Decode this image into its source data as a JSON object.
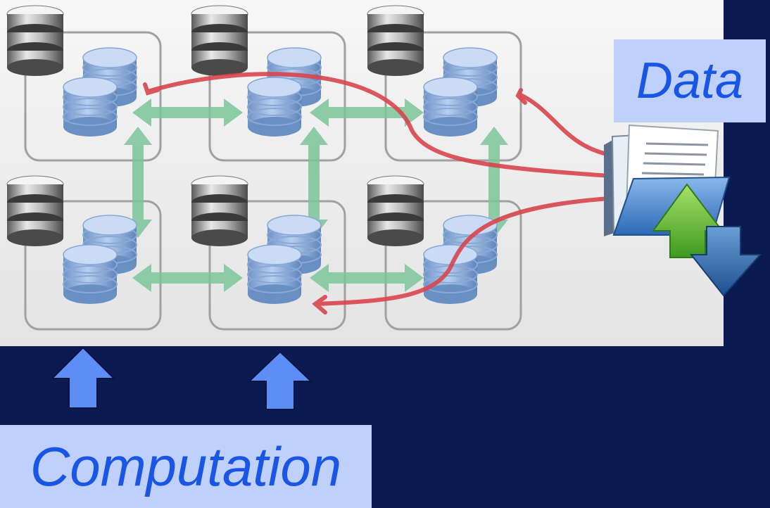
{
  "labels": {
    "data": "Data",
    "computation": "Computation"
  },
  "icons": {
    "node_storage": "server-disk-stack-icon",
    "data_block": "database-icon",
    "data_source": "folder-documents-icon",
    "upload": "up-arrow-icon",
    "download": "down-arrow-icon",
    "pointer": "up-arrow-icon"
  },
  "colors": {
    "page_background": "#0c1a52",
    "panel_background": "#eeeeee",
    "label_box": "#bfd0fb",
    "label_text": "#1a56e6",
    "data_flow_arrow": "#d8454d",
    "communication_arrow": "#7cc49a",
    "pointer_arrow": "#5d8ef5"
  },
  "grid": {
    "rows": 2,
    "columns": 3
  }
}
